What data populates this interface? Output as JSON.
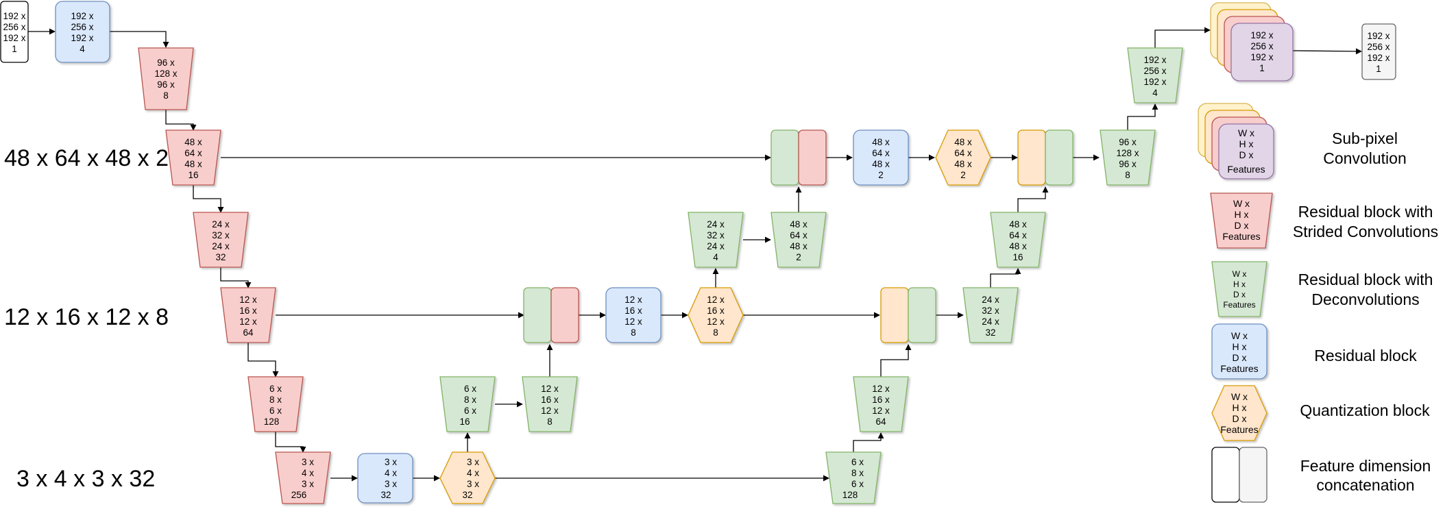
{
  "colors": {
    "red": {
      "fill": "#f8cecc",
      "stroke": "#b85450"
    },
    "green": {
      "fill": "#d5e8d4",
      "stroke": "#82b366"
    },
    "blue": {
      "fill": "#dae8fc",
      "stroke": "#6c8ebf"
    },
    "orange": {
      "fill": "#ffe6cc",
      "stroke": "#d79b00"
    },
    "purple": {
      "fill": "#e1d5e7",
      "stroke": "#9673a6"
    },
    "gray": {
      "fill": "#f5f5f5",
      "stroke": "#666666"
    },
    "white": {
      "fill": "#ffffff",
      "stroke": "#000000"
    }
  },
  "scale_labels": {
    "level1": "48 x 64 x 48 x 2",
    "level2": "12 x 16 x 12 x 8",
    "level3": "3 x 4 x 3 x 32"
  },
  "blocks": {
    "input": [
      "192 x",
      "256 x",
      "192 x",
      "1"
    ],
    "res_in": [
      "192 x",
      "256 x",
      "192 x",
      "4"
    ],
    "enc1": [
      "96 x",
      "128 x",
      "96 x",
      "8"
    ],
    "enc2": [
      "48 x",
      "64 x",
      "48 x",
      "16"
    ],
    "enc3": [
      "24 x",
      "32 x",
      "24 x",
      "32"
    ],
    "enc4": [
      "12 x",
      "16 x",
      "12 x",
      "64"
    ],
    "enc5": [
      "6 x",
      "8 x",
      "6 x",
      "128"
    ],
    "enc6": [
      "3 x",
      "4 x",
      "3 x",
      "256"
    ],
    "res_bottom": [
      "3 x",
      "4 x",
      "3 x",
      "32"
    ],
    "q_bottom": [
      "3 x",
      "4 x",
      "3 x",
      "32"
    ],
    "dec_a1": [
      "6 x",
      "8 x",
      "6 x",
      "16"
    ],
    "dec_a2": [
      "12 x",
      "16 x",
      "12 x",
      "8"
    ],
    "res_mid": [
      "12 x",
      "16 x",
      "12 x",
      "8"
    ],
    "q_mid": [
      "12 x",
      "16 x",
      "12 x",
      "8"
    ],
    "dec_b1": [
      "24 x",
      "32 x",
      "24 x",
      "4"
    ],
    "dec_b2": [
      "48 x",
      "64 x",
      "48 x",
      "2"
    ],
    "res_top": [
      "48 x",
      "64 x",
      "48 x",
      "2"
    ],
    "q_top": [
      "48 x",
      "64 x",
      "48 x",
      "2"
    ],
    "dec_c1": [
      "6 x",
      "8 x",
      "6 x",
      "128"
    ],
    "dec_c2": [
      "12 x",
      "16 x",
      "12 x",
      "64"
    ],
    "dec_c3": [
      "24 x",
      "32 x",
      "24 x",
      "32"
    ],
    "dec_c4": [
      "48 x",
      "64 x",
      "48 x",
      "16"
    ],
    "dec_c5": [
      "96 x",
      "128 x",
      "96 x",
      "8"
    ],
    "dec_c6": [
      "192 x",
      "256 x",
      "192 x",
      "4"
    ],
    "subpixel": [
      "192 x",
      "256 x",
      "192 x",
      "1"
    ],
    "output": [
      "192 x",
      "256 x",
      "192 x",
      "1"
    ]
  },
  "legend": {
    "sample": [
      "W x",
      "H x",
      "D x",
      "Features"
    ],
    "subpixel": "Sub-pixel Convolution",
    "strided": "Residual block with Strided Convolutions",
    "deconv": "Residual block with Deconvolutions",
    "residual": "Residual block",
    "quant": "Quantization block",
    "concat": "Feature dimension concatenation"
  }
}
